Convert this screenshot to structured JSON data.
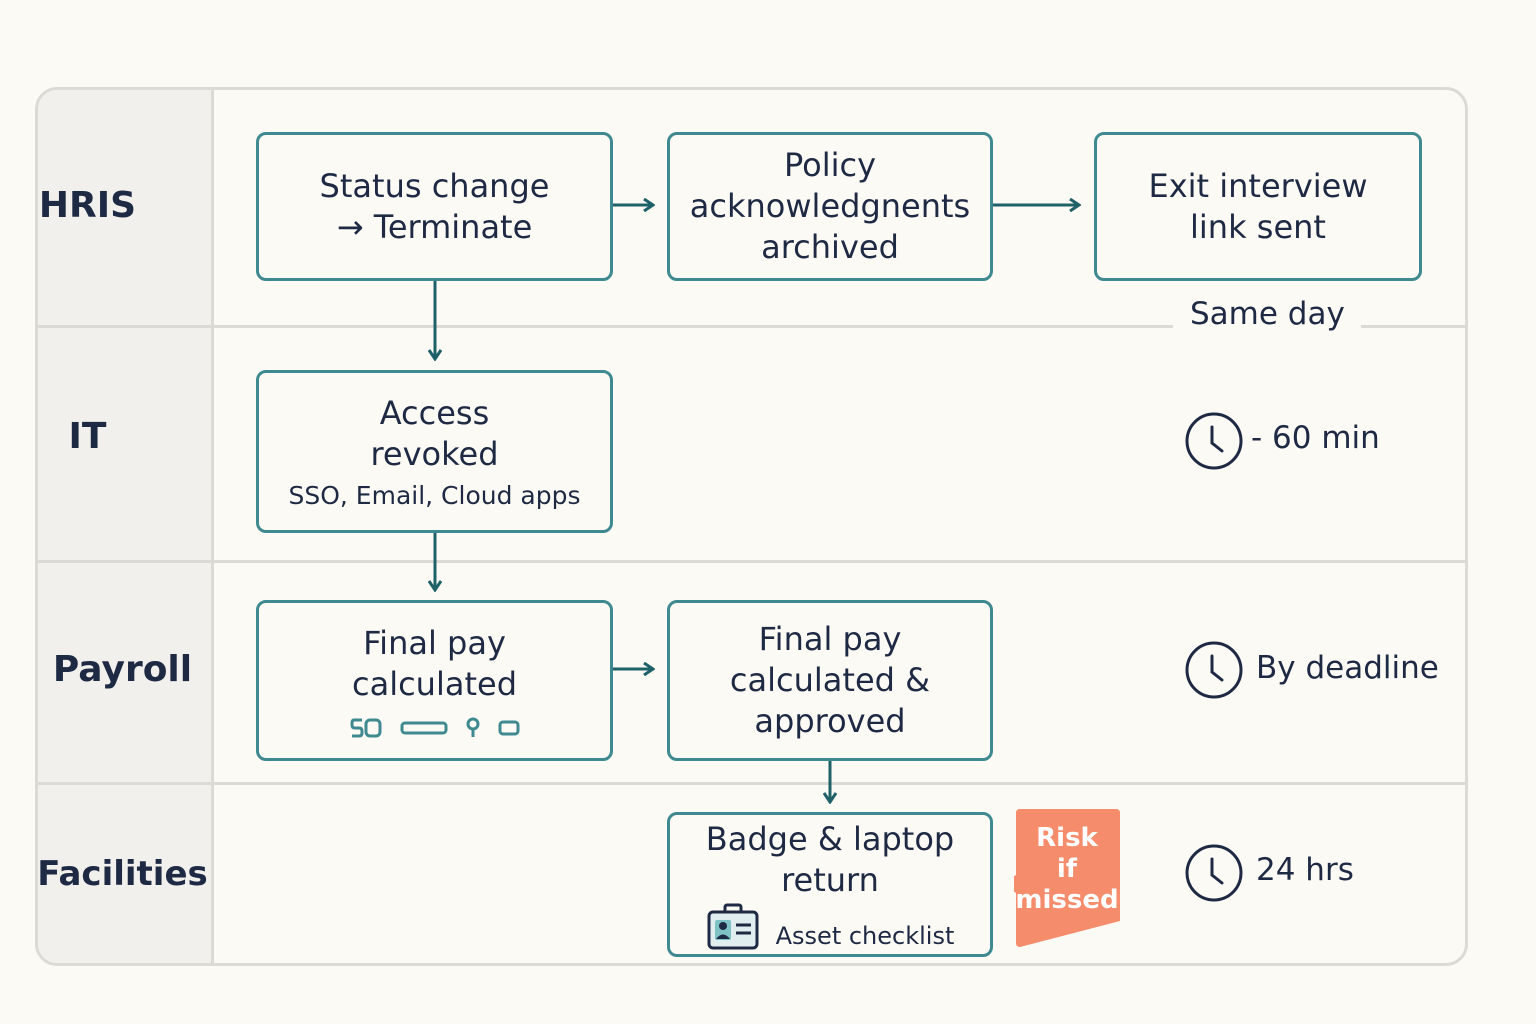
{
  "lanes": {
    "hris": "HRIS",
    "it": "IT",
    "payroll": "Payroll",
    "facilities": "Facilities"
  },
  "steps": {
    "status_change": "Status change\n→ Terminate",
    "policy_archived": "Policy\nacknowledgnents\narchived",
    "exit_interview": "Exit interview\nlink sent",
    "access_revoked": "Access\nrevoked",
    "access_revoked_detail": "SSO, Email, Cloud apps",
    "final_pay_calculated": "Final pay\ncalculated",
    "final_pay_approved": "Final pay\ncalculated &\napproved",
    "badge_laptop_return": "Badge & laptop\nreturn",
    "badge_laptop_detail": "Asset checklist"
  },
  "timing": {
    "hris": "Same day",
    "it": "- 60 min",
    "payroll": "By deadline",
    "facilities": "24 hrs"
  },
  "risk": {
    "label": "Risk\nif\nmissed"
  },
  "colors": {
    "accent": "#3f8a91",
    "arrow": "#1f6168",
    "text": "#1e2a44",
    "risk": "#f58c6c",
    "lane_bg": "#f1f0ec",
    "page_bg": "#fcfaf5"
  },
  "icons": [
    "clock-icon",
    "payment-icons",
    "id-badge-icon"
  ]
}
